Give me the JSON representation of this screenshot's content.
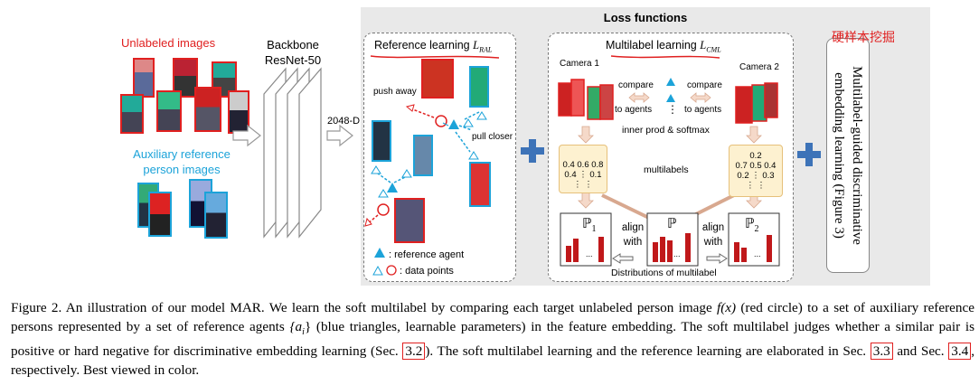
{
  "left": {
    "unlabeled": "Unlabeled images",
    "auxiliary_line1": "Auxiliary reference",
    "auxiliary_line2": "person images",
    "backbone_line1": "Backbone",
    "backbone_line2": "ResNet-50",
    "feature_dim": "2048-D"
  },
  "loss": {
    "title": "Loss functions",
    "ral_title": "Reference learning",
    "ral_symbol": "L",
    "ral_sub": "RAL",
    "cml_title": "Multilabel learning",
    "cml_symbol": "L",
    "cml_sub": "CML",
    "push_away": "push away",
    "pull_closer": "pull closer",
    "legend_agent": ": reference agent",
    "legend_points": ": data points",
    "camera1": "Camera 1",
    "camera2": "Camera 2",
    "compare": "compare",
    "to_agents": "to agents",
    "vdots": "⋮",
    "inner_prod": "inner prod & softmax",
    "multilabels": "multilabels",
    "box_left": [
      "0.4 0.6 0.8",
      "0.4   ⋮    0.1",
      "⋮           ⋮"
    ],
    "box_right": [
      "0.2",
      "0.7 0.5 0.4",
      "0.2   ⋮    0.3",
      "⋮           ⋮"
    ],
    "p1": "ℙ",
    "p1_sub": "1",
    "p": "ℙ",
    "p2": "ℙ",
    "p2_sub": "2",
    "align": "align",
    "with": "with",
    "dist_label": "Distributions of multilabel",
    "ellipsis": "..."
  },
  "right_label": "Multilabel-guided discriminative embedding learning (Figure 3)",
  "handwritten_note": "硬样本挖掘",
  "caption": {
    "t1": "Figure 2. An illustration of our model MAR. We learn the soft multilabel by comparing each target unlabeled person image ",
    "fx": "f(x)",
    "t2": " (red circle) to a set of auxiliary reference persons represented by a set of reference agents ",
    "ai": "{a",
    "ai_sub": "i",
    "ai_end": "}",
    "t3": " (blue triangles, learnable parameters) in the feature embedding. The soft multilabel judges whether a similar pair is positive or hard negative for discriminative embedding learning (Sec. ",
    "ref1": "3.2",
    "t4": "). The soft multilabel learning and the reference learning are elaborated in Sec. ",
    "ref2": "3.3",
    "t5": " and Sec. ",
    "ref3": "3.4",
    "t6": ", respectively. Best viewed in color."
  },
  "colors": {
    "red": "#e02020",
    "blue": "#1ca3d9",
    "plus": "#3d73b8",
    "bar": "#c0181a",
    "arrow_fill": "#f5d9c9"
  }
}
